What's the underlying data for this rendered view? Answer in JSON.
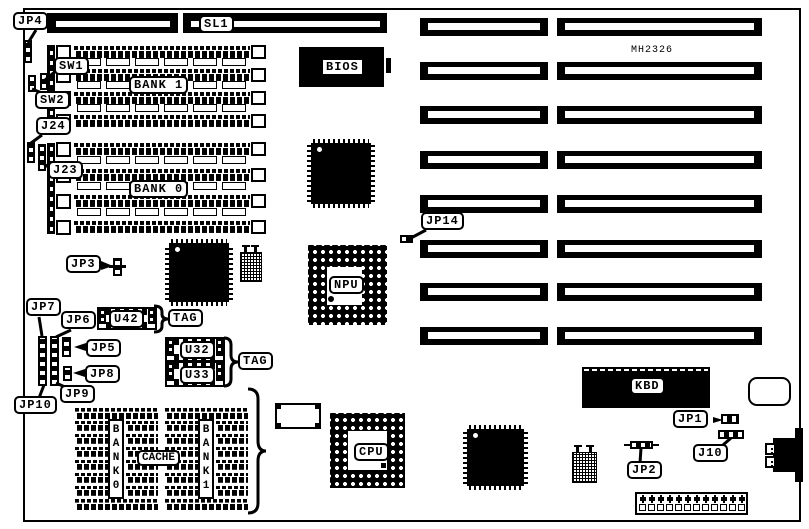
{
  "board_id": "MH2326",
  "labels": {
    "jp4": "JP4",
    "sl1": "SL1",
    "sw1": "SW1",
    "sw2": "SW2",
    "j24": "J24",
    "j23": "J23",
    "bank1": "BANK 1",
    "bank0": "BANK 0",
    "bios": "BIOS",
    "jp3": "JP3",
    "jp7": "JP7",
    "jp6": "JP6",
    "jp5": "JP5",
    "jp8": "JP8",
    "jp9": "JP9",
    "jp10": "JP10",
    "u42": "U42",
    "tag_u42": "TAG",
    "u32": "U32",
    "u33": "U33",
    "tag_u33": "TAG",
    "cache": "CACHE",
    "cache_bank0": "BANK0",
    "cache_bank1": "BANK1",
    "npu": "NPU",
    "cpu": "CPU",
    "jp14": "JP14",
    "mh2326": "MH2326",
    "kbd": "KBD",
    "jp1": "JP1",
    "j10": "J10",
    "jp2": "JP2"
  }
}
